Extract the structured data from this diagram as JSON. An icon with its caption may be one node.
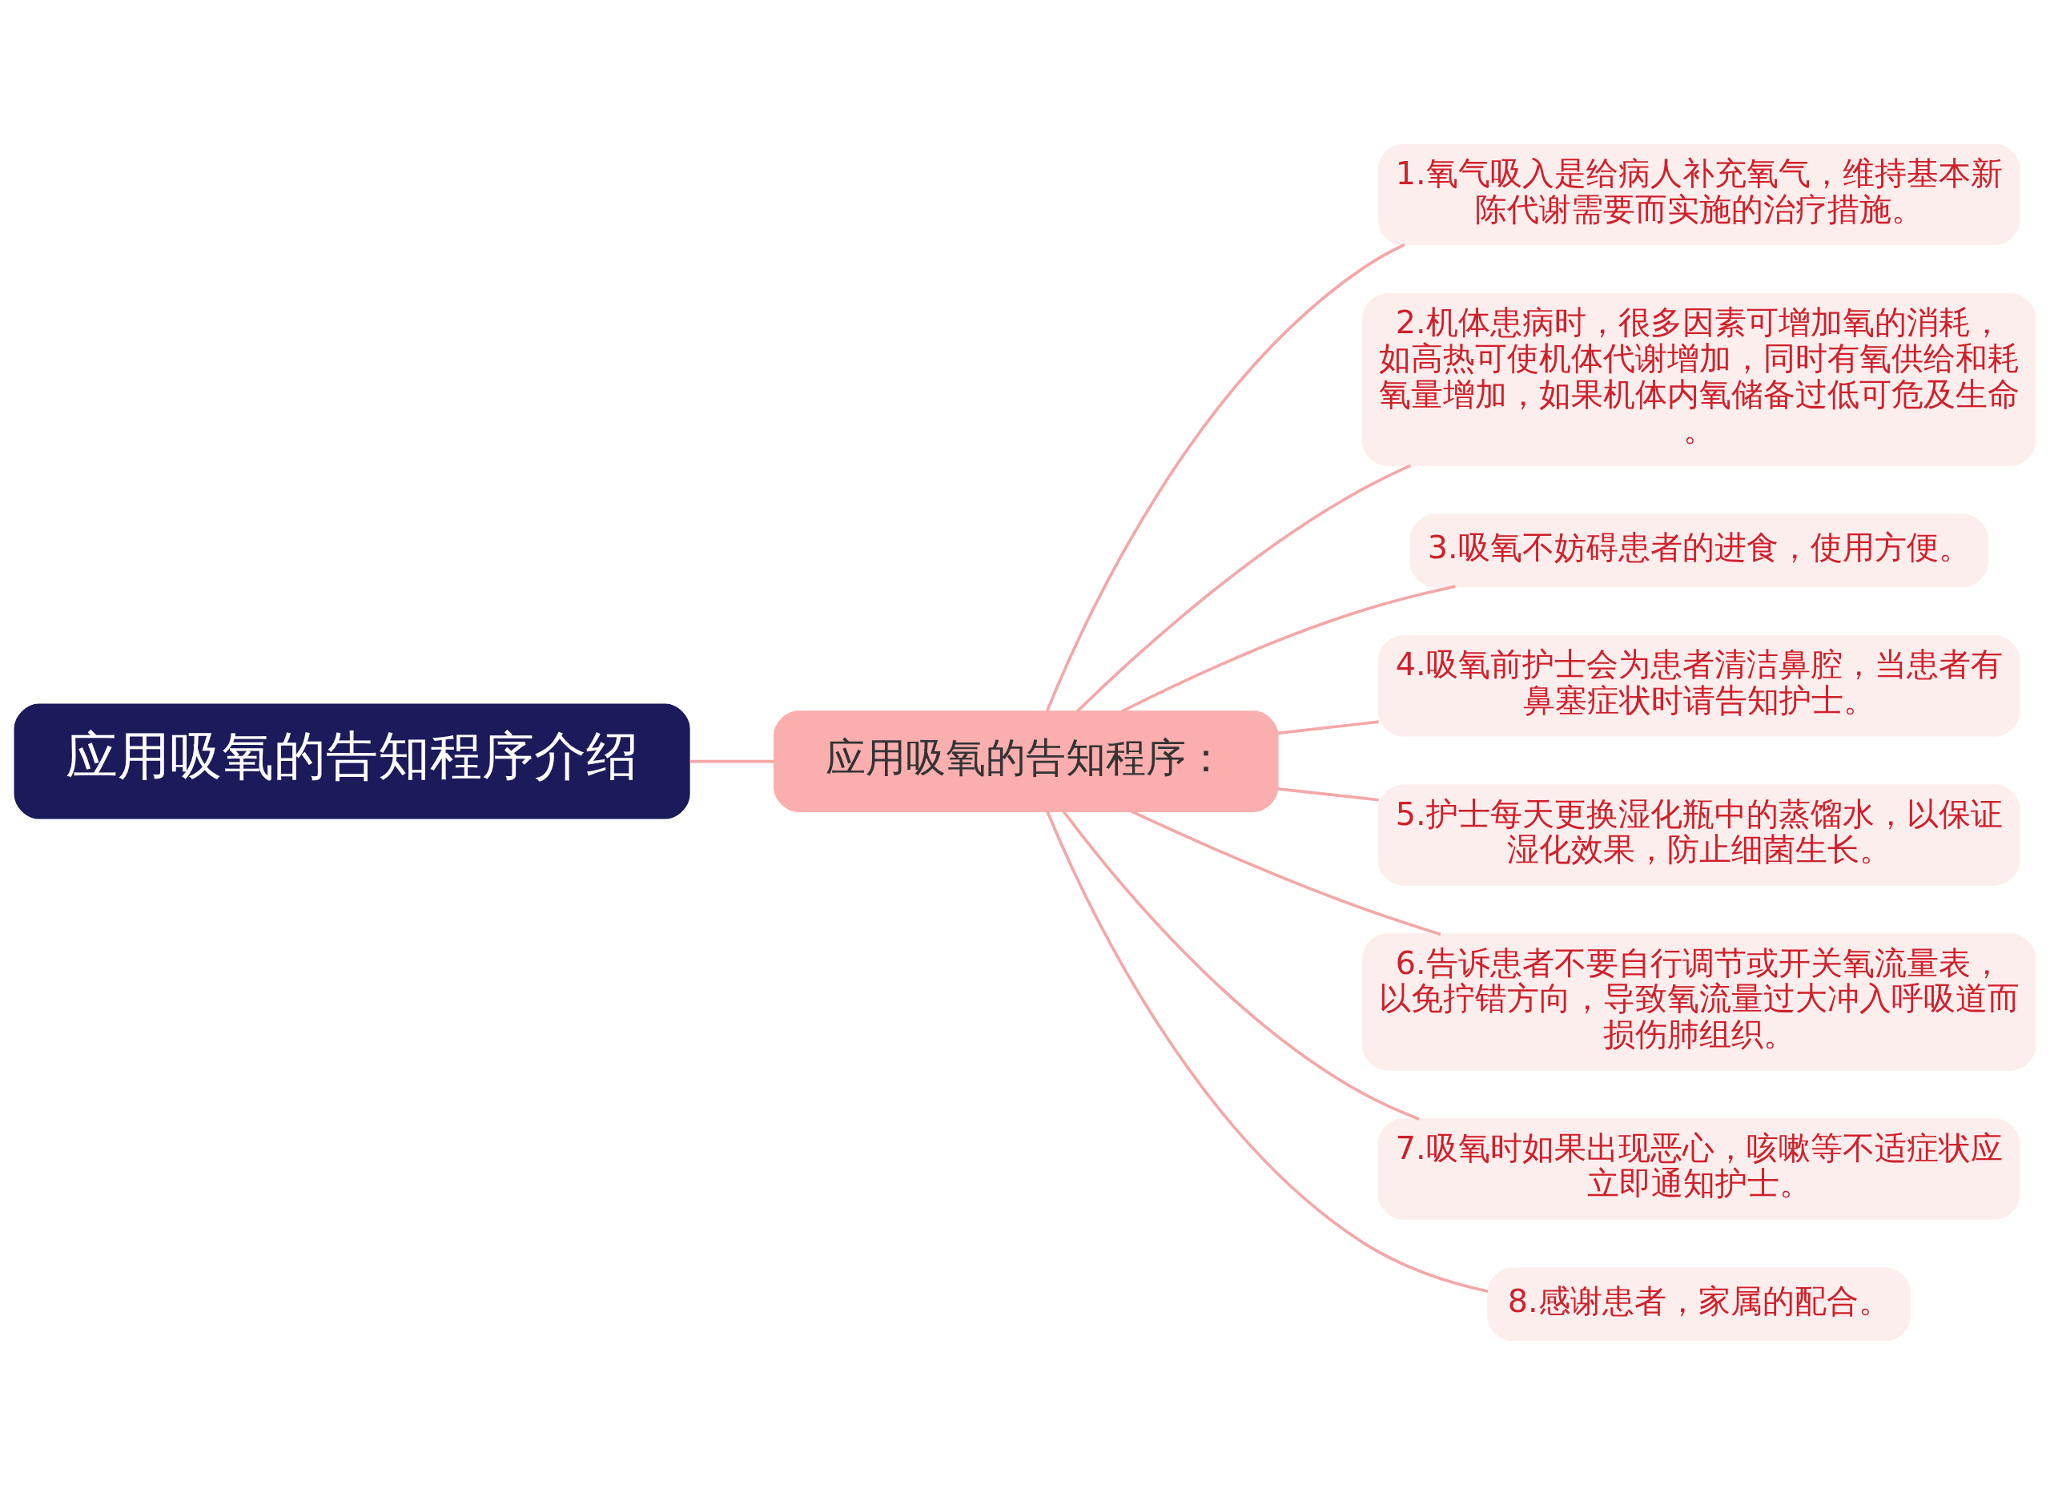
{
  "diagram": {
    "nodes": [
      {
        "text": [
          "应用吸氧的告知程序介绍"
        ]
      },
      {
        "text": [
          "应用吸氧的告知程序："
        ]
      },
      {
        "text": [
          "1.氧气吸入是给病人补充氧气，维持基本新陈代谢需要而实施的治疗措施。"
        ]
      },
      {
        "text": [
          "2.机体患病时，很多因素可增加氧的消耗，如高热可使机体代谢增加，同时有氧供给和耗氧量增加，如果机体内氧储备过低可危及生命。"
        ]
      },
      {
        "text": [
          "3.吸氧不妨碍患者的进食，使用方便。"
        ]
      },
      {
        "text": [
          "4.吸氧前护士会为患者清洁鼻腔，当患者有鼻塞症状时请告知护士。"
        ]
      },
      {
        "text": [
          "5.护士每天更换湿化瓶中的蒸馏水，以保证湿化效果，防止细菌生长。"
        ]
      },
      {
        "text": [
          "6.告诉患者不要自行调节或开关氧流量表，以免拧错方向，导致氧流量过大冲入呼吸道而损伤肺组织。"
        ]
      },
      {
        "text": [
          "7.吸氧时如果出现恶心，咳嗽等不适症状应立即通知护士。"
        ]
      },
      {
        "text": [
          "8.感谢患者，家属的配合。"
        ]
      }
    ],
    "edges": [
      {
        "from": 0,
        "to": 1,
        "arrow": "none"
      },
      {
        "from": 1,
        "to": 2,
        "arrow": "none"
      },
      {
        "from": 1,
        "to": 3,
        "arrow": "none"
      },
      {
        "from": 1,
        "to": 4,
        "arrow": "none"
      },
      {
        "from": 1,
        "to": 5,
        "arrow": "none"
      },
      {
        "from": 1,
        "to": 6,
        "arrow": "none"
      },
      {
        "from": 1,
        "to": 7,
        "arrow": "none"
      },
      {
        "from": 1,
        "to": 8,
        "arrow": "none"
      },
      {
        "from": 1,
        "to": 9,
        "arrow": "none"
      }
    ]
  }
}
